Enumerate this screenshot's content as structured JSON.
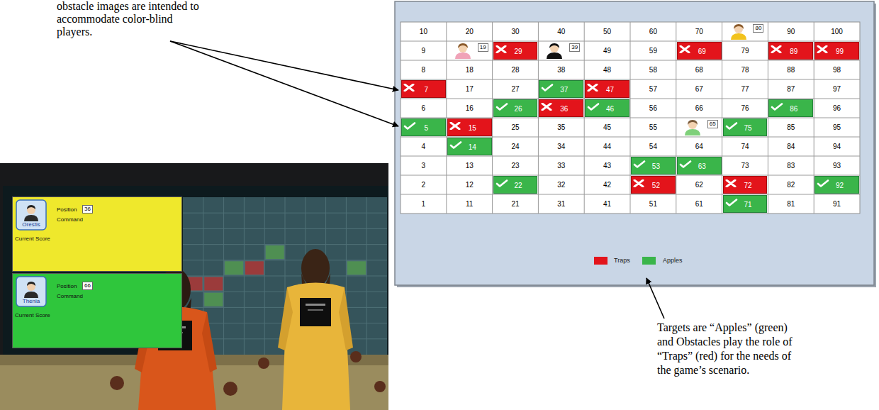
{
  "diagram": {
    "nodes": [
      {
        "text": [
          "Orestis",
          "Position",
          "36",
          "Command",
          "Current Score"
        ]
      },
      {
        "text": [
          "Thenia",
          "Position",
          "66",
          "Command",
          "Current Score"
        ]
      }
    ],
    "labels": [
      "obstacle images are intended to accommodate color-blind players.",
      "10",
      "20",
      "30",
      "40",
      "50",
      "60",
      "70",
      "80",
      "90",
      "100",
      "9",
      "19",
      "29",
      "39",
      "49",
      "59",
      "69",
      "79",
      "89",
      "99",
      "8",
      "18",
      "28",
      "38",
      "48",
      "58",
      "68",
      "78",
      "88",
      "98",
      "7",
      "17",
      "27",
      "37",
      "47",
      "57",
      "67",
      "77",
      "87",
      "97",
      "6",
      "16",
      "26",
      "36",
      "46",
      "56",
      "66",
      "76",
      "86",
      "96",
      "5",
      "15",
      "25",
      "35",
      "45",
      "55",
      "65",
      "75",
      "85",
      "95",
      "4",
      "14",
      "24",
      "34",
      "44",
      "54",
      "64",
      "74",
      "84",
      "94",
      "3",
      "13",
      "23",
      "33",
      "43",
      "53",
      "63",
      "73",
      "83",
      "93",
      "2",
      "12",
      "22",
      "32",
      "42",
      "52",
      "62",
      "72",
      "82",
      "92",
      "1",
      "11",
      "21",
      "31",
      "41",
      "51",
      "61",
      "71",
      "81",
      "91",
      "Targets are “Apples” (green) and Obstacles play the role of “Traps” (red) for the needs of the game’s scenario."
    ],
    "legend": [
      {
        "text": "Traps",
        "color": "#e3141b"
      },
      {
        "text": "Apples",
        "color": "#3ab54a"
      }
    ]
  }
}
